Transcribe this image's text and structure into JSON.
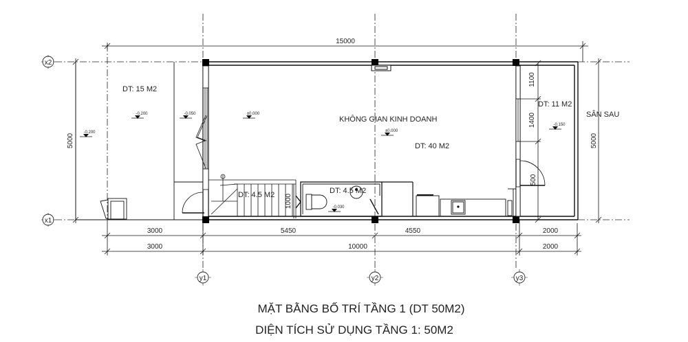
{
  "drawing": {
    "title_line1": "MẶT BẰNG BỐ TRÍ  TẦNG 1 (DT 50M2)",
    "title_line2": "DIỆN TÍCH SỬ DỤNG TẦNG 1: 50M2"
  },
  "grid_axes": {
    "x1": "x1",
    "x2": "x2",
    "y1": "y1",
    "y2": "y2",
    "y3": "y3"
  },
  "dimensions": {
    "overall_top": "15000",
    "left_height": "5000",
    "right_height": "5000",
    "bottom_row1": [
      "3000",
      "5450",
      "4550",
      "2000"
    ],
    "bottom_row2": [
      "3000",
      "10000",
      "2000"
    ],
    "window_segments": [
      "1100",
      "1400",
      "500"
    ],
    "stair_door": "1000"
  },
  "rooms": {
    "front_yard": {
      "area": "DT: 15 M2"
    },
    "business": {
      "name": "KHÔNG GIAN KINH DOANH",
      "area": "DT: 40 M2"
    },
    "stair": {
      "area": "DT: 4.5 M2"
    },
    "wc": {
      "area": "DT: 4.5 M2"
    },
    "back_yard": {
      "name": "SÂN SAU",
      "area": "DT: 11 M2"
    }
  },
  "levels": {
    "front_outer": "-0.200",
    "front_inner": "-0.200",
    "front_step": "-0.050",
    "entry": "±0.000",
    "business": "±0.000",
    "wc": "-0.030",
    "back_yard": "-0.150"
  },
  "colors": {
    "line": "#1a1a1a",
    "column": "#000000",
    "background": "#ffffff"
  }
}
